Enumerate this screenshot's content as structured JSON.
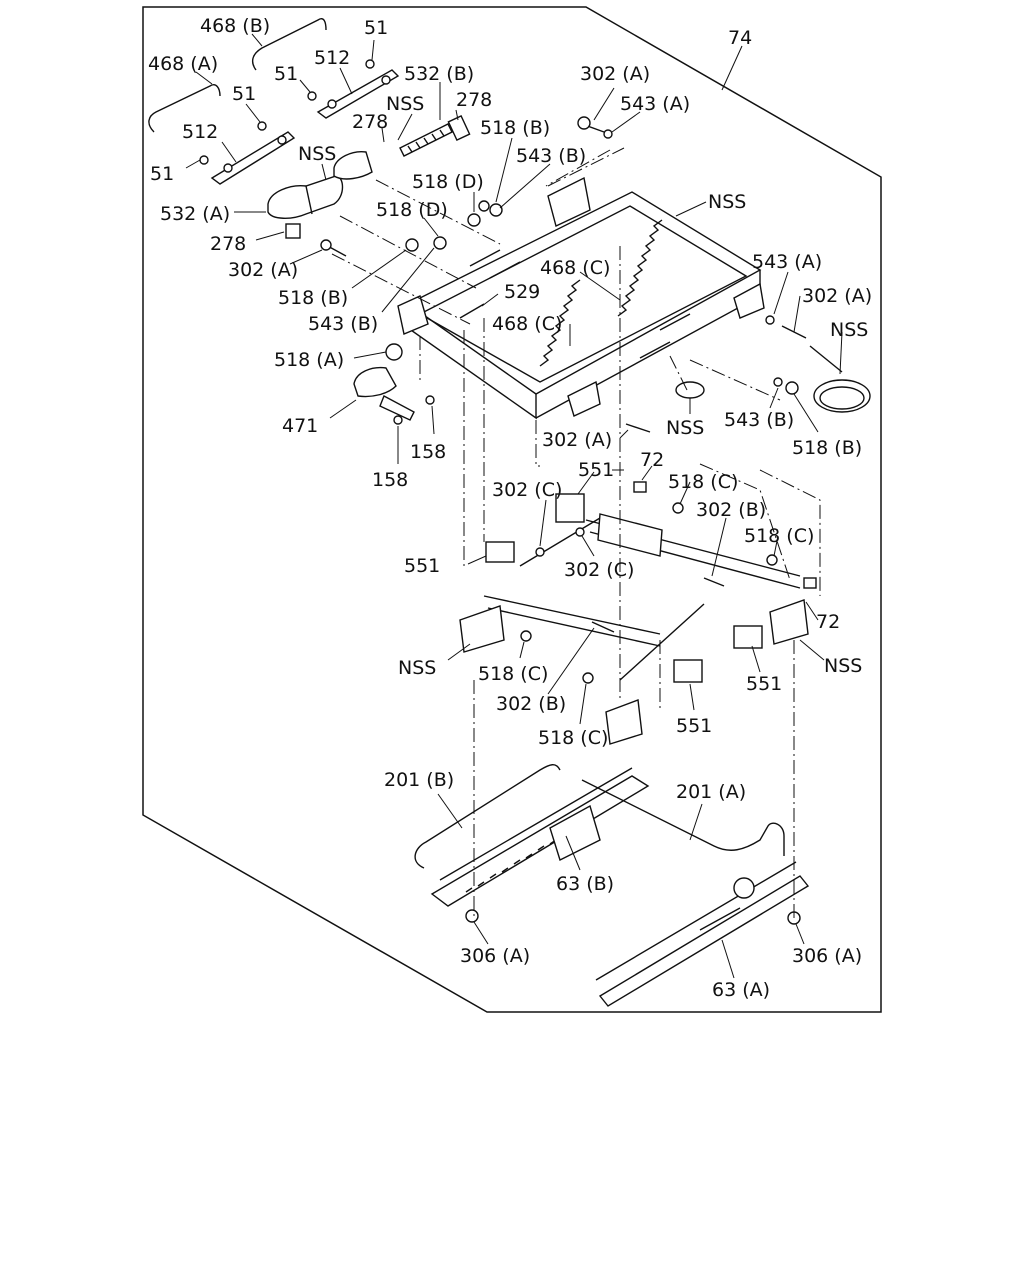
{
  "assembly_label": "74",
  "callouts": [
    {
      "id": "c01",
      "text": "468 (B)"
    },
    {
      "id": "c02",
      "text": "51"
    },
    {
      "id": "c03",
      "text": "468 (A)"
    },
    {
      "id": "c04",
      "text": "512"
    },
    {
      "id": "c05",
      "text": "51"
    },
    {
      "id": "c06",
      "text": "532 (B)"
    },
    {
      "id": "c07",
      "text": "51"
    },
    {
      "id": "c08",
      "text": "NSS"
    },
    {
      "id": "c09",
      "text": "278"
    },
    {
      "id": "c10",
      "text": "278"
    },
    {
      "id": "c11",
      "text": "512"
    },
    {
      "id": "c12",
      "text": "NSS"
    },
    {
      "id": "c13",
      "text": "51"
    },
    {
      "id": "c14",
      "text": "532 (A)"
    },
    {
      "id": "c15",
      "text": "278"
    },
    {
      "id": "c16",
      "text": "302 (A)"
    },
    {
      "id": "c17",
      "text": "302 (A)"
    },
    {
      "id": "c18",
      "text": "543 (A)"
    },
    {
      "id": "c19",
      "text": "518 (B)"
    },
    {
      "id": "c20",
      "text": "543 (B)"
    },
    {
      "id": "c21",
      "text": "518 (D)"
    },
    {
      "id": "c22",
      "text": "518 (D)"
    },
    {
      "id": "c23",
      "text": "NSS"
    },
    {
      "id": "c24",
      "text": "518 (B)"
    },
    {
      "id": "c25",
      "text": "543 (B)"
    },
    {
      "id": "c26",
      "text": "468 (C)"
    },
    {
      "id": "c27",
      "text": "529"
    },
    {
      "id": "c28",
      "text": "468 (C)"
    },
    {
      "id": "c29",
      "text": "543 (A)"
    },
    {
      "id": "c30",
      "text": "302 (A)"
    },
    {
      "id": "c31",
      "text": "NSS"
    },
    {
      "id": "c32",
      "text": "518 (A)"
    },
    {
      "id": "c33",
      "text": "471"
    },
    {
      "id": "c34",
      "text": "158"
    },
    {
      "id": "c35",
      "text": "158"
    },
    {
      "id": "c36",
      "text": "NSS"
    },
    {
      "id": "c37",
      "text": "543 (B)"
    },
    {
      "id": "c38",
      "text": "518 (B)"
    },
    {
      "id": "c39",
      "text": "302 (A)"
    },
    {
      "id": "c40",
      "text": "72"
    },
    {
      "id": "c41",
      "text": "551"
    },
    {
      "id": "c42",
      "text": "518 (C)"
    },
    {
      "id": "c43",
      "text": "302 (C)"
    },
    {
      "id": "c44",
      "text": "302 (B)"
    },
    {
      "id": "c45",
      "text": "518 (C)"
    },
    {
      "id": "c46",
      "text": "551"
    },
    {
      "id": "c47",
      "text": "302 (C)"
    },
    {
      "id": "c48",
      "text": "72"
    },
    {
      "id": "c49",
      "text": "NSS"
    },
    {
      "id": "c50",
      "text": "518 (C)"
    },
    {
      "id": "c51",
      "text": "NSS"
    },
    {
      "id": "c52",
      "text": "551"
    },
    {
      "id": "c53",
      "text": "302 (B)"
    },
    {
      "id": "c54",
      "text": "551"
    },
    {
      "id": "c55",
      "text": "518 (C)"
    },
    {
      "id": "c56",
      "text": "201 (B)"
    },
    {
      "id": "c57",
      "text": "201 (A)"
    },
    {
      "id": "c58",
      "text": "63 (B)"
    },
    {
      "id": "c59",
      "text": "306 (A)"
    },
    {
      "id": "c60",
      "text": "306 (A)"
    },
    {
      "id": "c61",
      "text": "63 (A)"
    }
  ]
}
